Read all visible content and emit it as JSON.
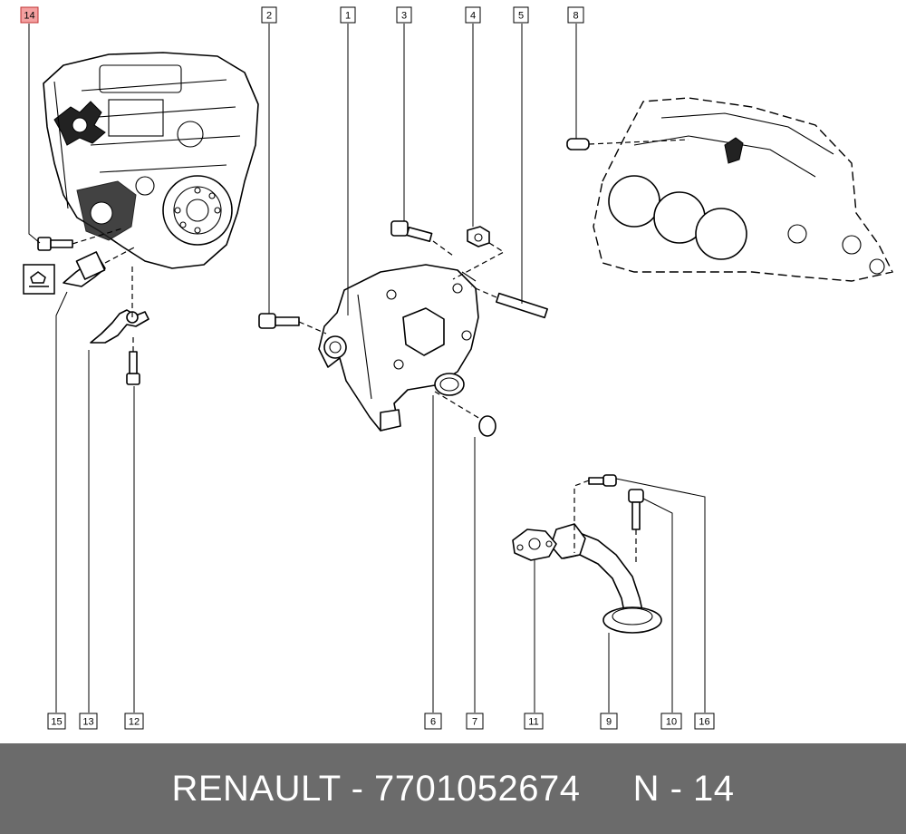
{
  "callouts": [
    {
      "id": "p14",
      "label": "14",
      "highlight": true
    },
    {
      "id": "p2",
      "label": "2"
    },
    {
      "id": "p1",
      "label": "1"
    },
    {
      "id": "p3",
      "label": "3"
    },
    {
      "id": "p4",
      "label": "4"
    },
    {
      "id": "p5",
      "label": "5"
    },
    {
      "id": "p8",
      "label": "8"
    },
    {
      "id": "p15",
      "label": "15"
    },
    {
      "id": "p13",
      "label": "13"
    },
    {
      "id": "p12",
      "label": "12"
    },
    {
      "id": "p6",
      "label": "6"
    },
    {
      "id": "p7",
      "label": "7"
    },
    {
      "id": "p11",
      "label": "11"
    },
    {
      "id": "p9",
      "label": "9"
    },
    {
      "id": "p10",
      "label": "10"
    },
    {
      "id": "p16",
      "label": "16"
    }
  ],
  "footer": {
    "brand": "RENAULT",
    "part_number": "7701052674",
    "page": "N - 14",
    "text": "RENAULT - 7701052674     N - 14"
  },
  "colors": {
    "footer_bg": "#6b6b6b",
    "highlight": "#f4a0a0"
  }
}
